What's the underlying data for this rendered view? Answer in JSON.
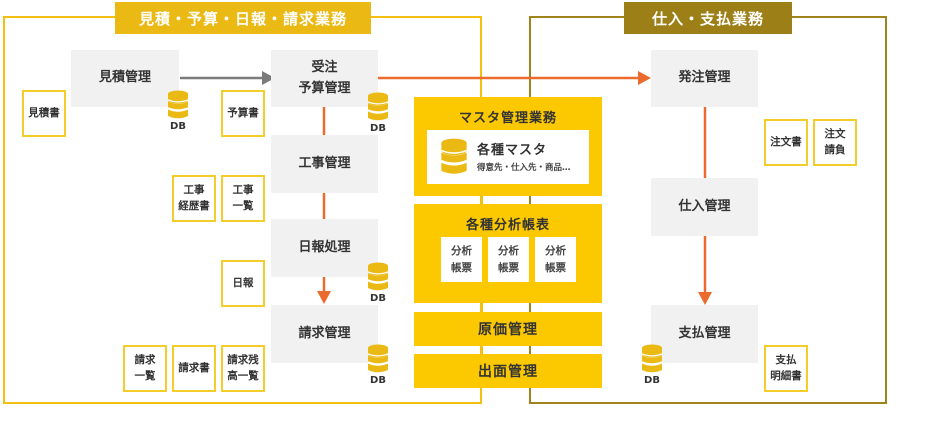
{
  "groups": {
    "estimate_billing": {
      "title": "見積・予算・日報・請求業務",
      "border_color": "#f2c011",
      "title_bg": "#ebb913"
    },
    "purchase_payment": {
      "title": "仕入・支払業務",
      "border_color": "#a0831a",
      "title_bg": "#9c7f17"
    }
  },
  "processes": {
    "estimate": "見積管理",
    "order_budget_line1": "受注",
    "order_budget_line2": "予算管理",
    "construction": "工事管理",
    "daily_report": "日報処理",
    "billing": "請求管理",
    "purchase_order": "発注管理",
    "purchasing": "仕入管理",
    "payment": "支払管理"
  },
  "documents": {
    "estimate_doc": [
      "見積書"
    ],
    "budget_doc": [
      "予算書"
    ],
    "construction_history": [
      "工事",
      "経歴書"
    ],
    "construction_list": [
      "工事",
      "一覧"
    ],
    "daily_report_doc": [
      "日報"
    ],
    "billing_list": [
      "請求",
      "一覧"
    ],
    "invoice": [
      "請求書"
    ],
    "billing_balance_list": [
      "請求残",
      "高一覧"
    ],
    "purchase_order_doc": [
      "注文書"
    ],
    "order_acceptance": [
      "注文",
      "請負"
    ],
    "payment_statement": [
      "支払",
      "明細書"
    ]
  },
  "db_label": "DB",
  "center": {
    "master": {
      "title": "マスタ管理業務",
      "item_title": "各種マスタ",
      "item_sub": "得意先・仕入先・商品…"
    },
    "analysis": {
      "title": "各種分析帳表",
      "reports": [
        [
          "分析",
          "帳票"
        ],
        [
          "分析",
          "帳票"
        ],
        [
          "分析",
          "帳票"
        ]
      ]
    },
    "cost": "原価管理",
    "profit": "出面管理",
    "band_color": "#fcc800"
  },
  "colors": {
    "flow_arrow_gray": "#7a7a7a",
    "flow_arrow_orange": "#ea6b2d",
    "db_icon": "#ebb913",
    "process_bg": "#f1f1f1",
    "doc_border": "#f5cd2b"
  }
}
